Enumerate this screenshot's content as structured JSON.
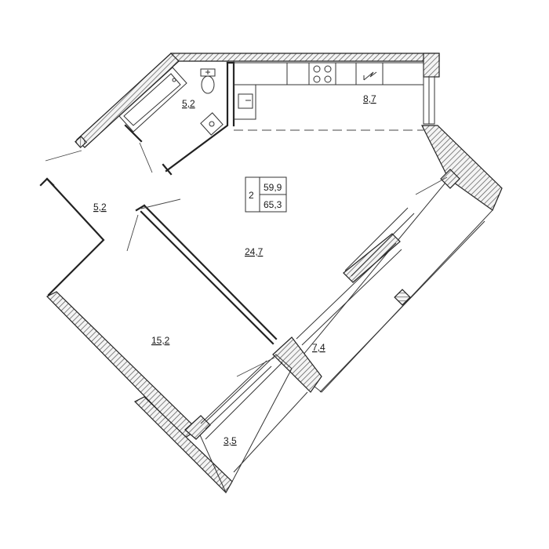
{
  "apartment": {
    "rooms_count": "2",
    "living_area": "59,9",
    "total_area": "65,3"
  },
  "rooms": {
    "bathroom": "5,2",
    "hall": "5,2",
    "kitchen": "8,7",
    "living_room": "24,7",
    "bedroom": "15,2",
    "balcony_large": "7,4",
    "balcony_small": "3,5"
  }
}
